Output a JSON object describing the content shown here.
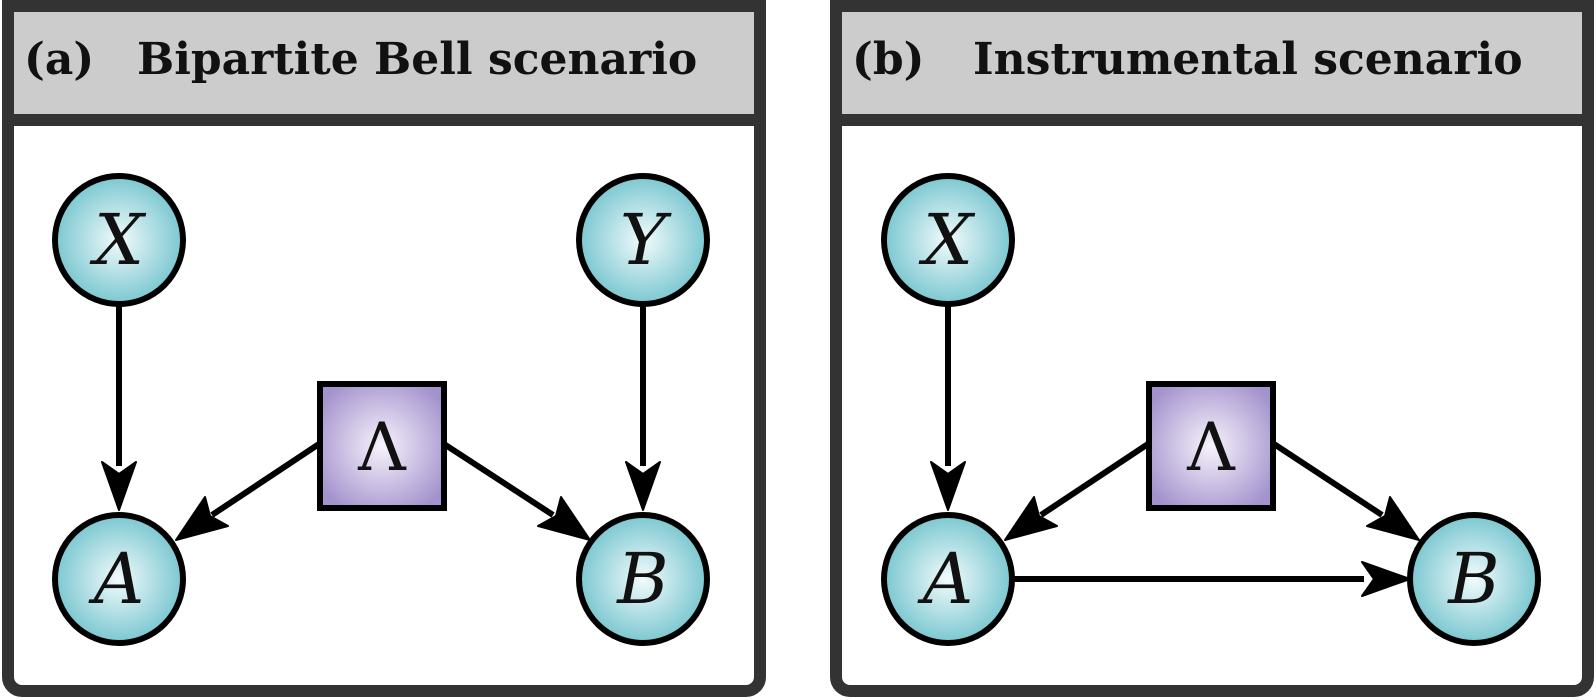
{
  "colors": {
    "panel_border": "#333333",
    "header_fill": "#cccccc",
    "node_fill_center": "#f2fbfc",
    "node_fill_edge": "#6fc2cc",
    "latent_fill_center": "#f7f3fb",
    "latent_fill_edge": "#a392cd",
    "stroke": "#000000"
  },
  "panels": [
    {
      "id": "a",
      "tag": "(a)",
      "title": "Bipartite Bell scenario",
      "nodes": [
        {
          "id": "X",
          "label": "X",
          "kind": "observed"
        },
        {
          "id": "Y",
          "label": "Y",
          "kind": "observed"
        },
        {
          "id": "A",
          "label": "A",
          "kind": "observed"
        },
        {
          "id": "B",
          "label": "B",
          "kind": "observed"
        },
        {
          "id": "L",
          "label": "Λ",
          "kind": "latent"
        }
      ],
      "edges": [
        {
          "from": "X",
          "to": "A"
        },
        {
          "from": "Y",
          "to": "B"
        },
        {
          "from": "L",
          "to": "A"
        },
        {
          "from": "L",
          "to": "B"
        }
      ]
    },
    {
      "id": "b",
      "tag": "(b)",
      "title": "Instrumental scenario",
      "nodes": [
        {
          "id": "X",
          "label": "X",
          "kind": "observed"
        },
        {
          "id": "A",
          "label": "A",
          "kind": "observed"
        },
        {
          "id": "B",
          "label": "B",
          "kind": "observed"
        },
        {
          "id": "L",
          "label": "Λ",
          "kind": "latent"
        }
      ],
      "edges": [
        {
          "from": "X",
          "to": "A"
        },
        {
          "from": "L",
          "to": "A"
        },
        {
          "from": "L",
          "to": "B"
        },
        {
          "from": "A",
          "to": "B"
        }
      ]
    }
  ]
}
